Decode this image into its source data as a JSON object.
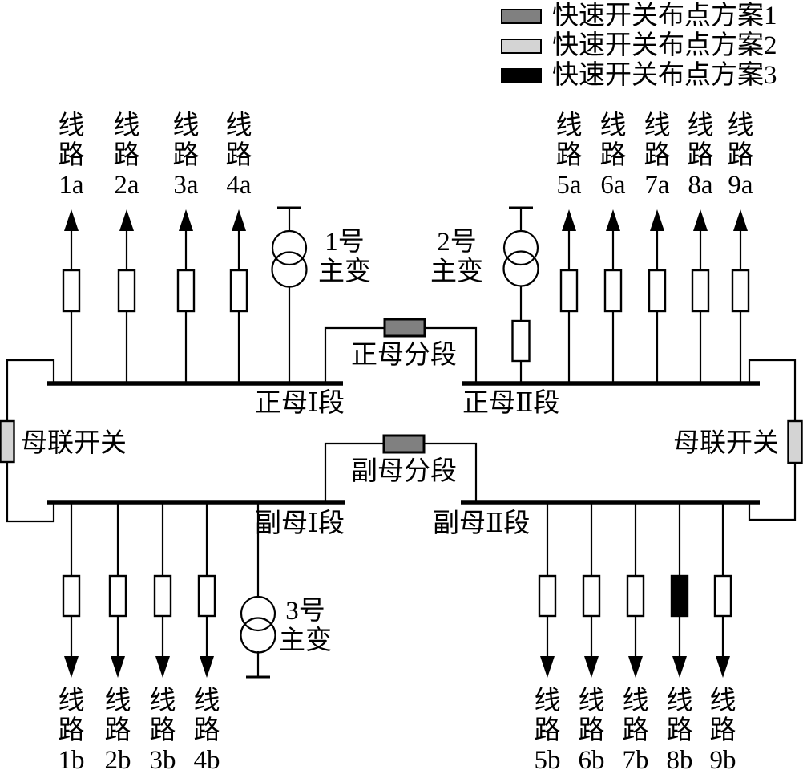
{
  "legend": {
    "items": [
      {
        "label": "快速开关布点方案1",
        "color": "#808080"
      },
      {
        "label": "快速开关布点方案2",
        "color": "#d4d4d4"
      },
      {
        "label": "快速开关布点方案3",
        "color": "#000000"
      }
    ]
  },
  "buses": {
    "top_left": "正母Ⅰ段",
    "top_right": "正母Ⅱ段",
    "bottom_left": "副母Ⅰ段",
    "bottom_right": "副母Ⅱ段"
  },
  "section_switches": {
    "top": "正母分段",
    "bottom": "副母分段"
  },
  "tie_switches": {
    "left": "母联开关",
    "right": "母联开关"
  },
  "transformers": {
    "t1": "1号\n主变",
    "t2": "2号\n主变",
    "t3": "3号\n主变"
  },
  "feeders": {
    "top_left": [
      {
        "id": "1a",
        "label": "线\n路\n1a"
      },
      {
        "id": "2a",
        "label": "线\n路\n2a"
      },
      {
        "id": "3a",
        "label": "线\n路\n3a"
      },
      {
        "id": "4a",
        "label": "线\n路\n4a"
      }
    ],
    "top_right": [
      {
        "id": "5a",
        "label": "线\n路\n5a"
      },
      {
        "id": "6a",
        "label": "线\n路\n6a"
      },
      {
        "id": "7a",
        "label": "线\n路\n7a"
      },
      {
        "id": "8a",
        "label": "线\n路\n8a"
      },
      {
        "id": "9a",
        "label": "线\n路\n9a"
      }
    ],
    "bottom_left": [
      {
        "id": "1b",
        "label": "线\n路\n1b"
      },
      {
        "id": "2b",
        "label": "线\n路\n2b"
      },
      {
        "id": "3b",
        "label": "线\n路\n3b"
      },
      {
        "id": "4b",
        "label": "线\n路\n4b"
      }
    ],
    "bottom_right": [
      {
        "id": "5b",
        "label": "线\n路\n5b"
      },
      {
        "id": "6b",
        "label": "线\n路\n6b"
      },
      {
        "id": "7b",
        "label": "线\n路\n7b"
      },
      {
        "id": "8b",
        "label": "线\n路\n8b",
        "scheme": "scheme3"
      },
      {
        "id": "9b",
        "label": "线\n路\n9b"
      }
    ]
  },
  "colors": {
    "scheme1": "#808080",
    "scheme2": "#d4d4d4",
    "scheme3": "#000000"
  }
}
